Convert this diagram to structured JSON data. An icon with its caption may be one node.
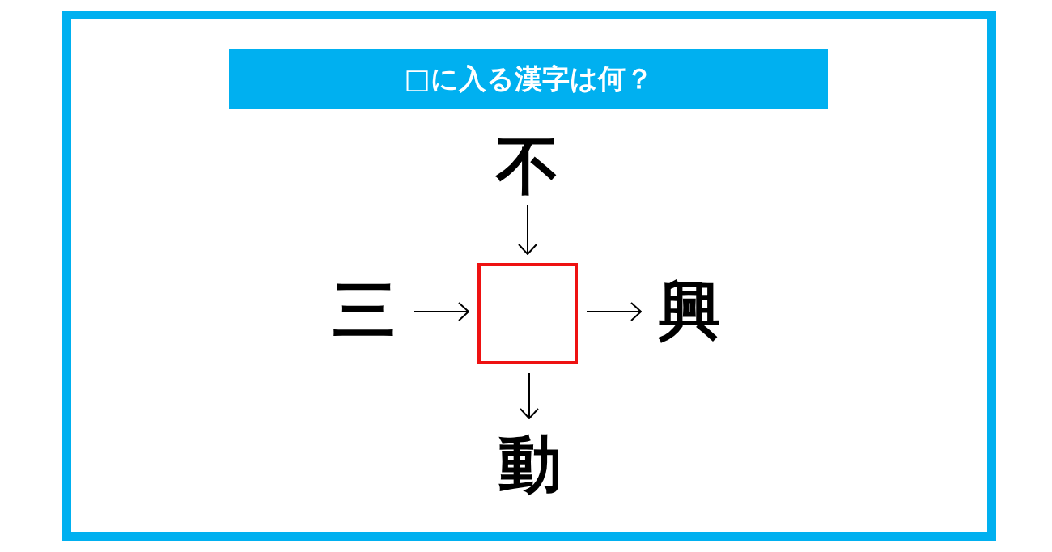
{
  "diagram": {
    "title": "□に入る漢字は何？",
    "nodes": [
      {
        "text": [
          "不"
        ]
      },
      {
        "text": [
          "三"
        ]
      },
      {
        "text": [],
        "shape": "box"
      },
      {
        "text": [
          "興"
        ]
      },
      {
        "text": [
          "動"
        ]
      }
    ],
    "edges": [
      {
        "from": 0,
        "to": 2,
        "arrow": "to"
      },
      {
        "from": 1,
        "to": 2,
        "arrow": "to"
      },
      {
        "from": 2,
        "to": 3,
        "arrow": "to"
      },
      {
        "from": 2,
        "to": 4,
        "arrow": "to"
      }
    ]
  }
}
